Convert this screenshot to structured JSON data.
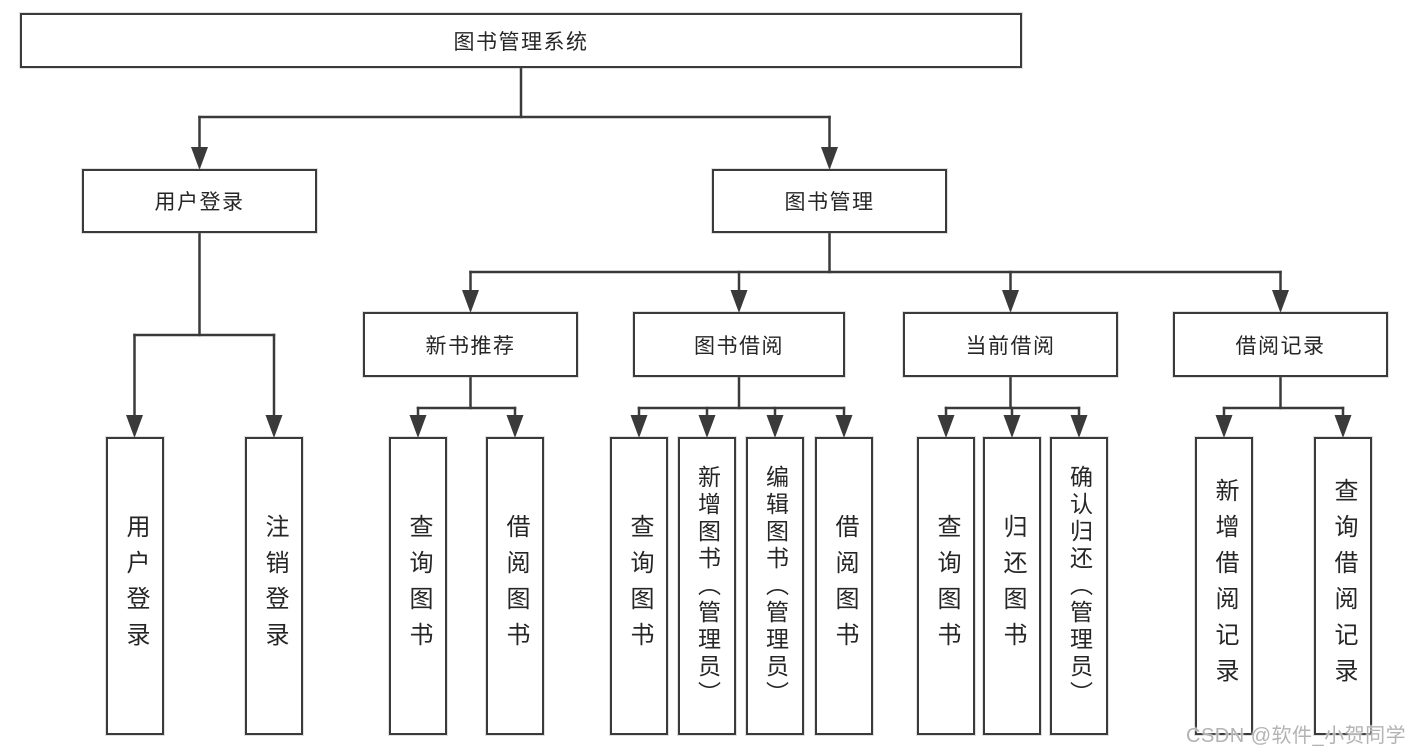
{
  "diagram_title": "图书管理系统",
  "nodes": {
    "root": "图书管理系统",
    "user-login": "用户登录",
    "book-mgmt": "图书管理",
    "new-book-rec": "新书推荐",
    "book-borrow": "图书借阅",
    "current-borrow": "当前借阅",
    "borrow-record": "借阅记录",
    "leaf-user-login": "用户登录",
    "leaf-logout": "注销登录",
    "leaf-query-book-1": "查询图书",
    "leaf-borrow-book-1": "借阅图书",
    "leaf-query-book-2": "查询图书",
    "leaf-add-book": "新增图书（管理员）",
    "leaf-edit-book": "编辑图书（管理员）",
    "leaf-borrow-book-2": "借阅图书",
    "leaf-query-book-3": "查询图书",
    "leaf-return-book": "归还图书",
    "leaf-confirm-return": "确认归还（管理员）",
    "leaf-add-record": "新增借阅记录",
    "leaf-query-record": "查询借阅记录"
  },
  "edges": [
    {
      "from": "root",
      "to": [
        "user-login",
        "book-mgmt"
      ]
    },
    {
      "from": "user-login",
      "to": [
        "leaf-user-login",
        "leaf-logout"
      ]
    },
    {
      "from": "book-mgmt",
      "to": [
        "new-book-rec",
        "book-borrow",
        "current-borrow",
        "borrow-record"
      ]
    },
    {
      "from": "new-book-rec",
      "to": [
        "leaf-query-book-1",
        "leaf-borrow-book-1"
      ]
    },
    {
      "from": "book-borrow",
      "to": [
        "leaf-query-book-2",
        "leaf-add-book",
        "leaf-edit-book",
        "leaf-borrow-book-2"
      ]
    },
    {
      "from": "current-borrow",
      "to": [
        "leaf-query-book-3",
        "leaf-return-book",
        "leaf-confirm-return"
      ]
    },
    {
      "from": "borrow-record",
      "to": [
        "leaf-add-record",
        "leaf-query-record"
      ]
    }
  ],
  "watermark": "CSDN @软件_小贺同学",
  "colors": {
    "line": "#3a3a3a",
    "text": "#262626",
    "box_bg": "#ffffff",
    "page_bg": "#ffffff",
    "watermark": "#b3b3b3"
  }
}
